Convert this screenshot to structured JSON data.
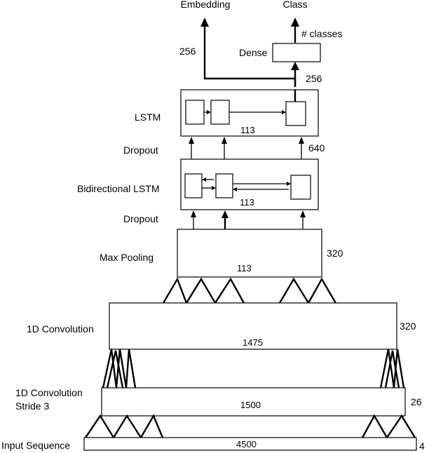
{
  "outputs": {
    "embedding": "Embedding",
    "class": "Class",
    "num_classes": "# classes",
    "embedding_dim": "256"
  },
  "dense": {
    "label": "Dense",
    "input_dim": "256"
  },
  "lstm": {
    "label": "LSTM",
    "timesteps": "113",
    "units_in": "640"
  },
  "dropout_1": {
    "label": "Dropout"
  },
  "bilstm": {
    "label": "Bidirectional LSTM",
    "timesteps": "113"
  },
  "dropout_2": {
    "label": "Dropout"
  },
  "max_pooling": {
    "label": "Max Pooling",
    "length": "113",
    "channels": "320"
  },
  "conv2": {
    "label": "1D Convolution",
    "length": "1475",
    "channels": "320"
  },
  "conv1": {
    "label_line1": "1D Convolution",
    "label_line2": "Stride 3",
    "length": "1500",
    "channels": "26"
  },
  "input": {
    "label": "Input Sequence",
    "length": "4500",
    "channels": "4"
  }
}
